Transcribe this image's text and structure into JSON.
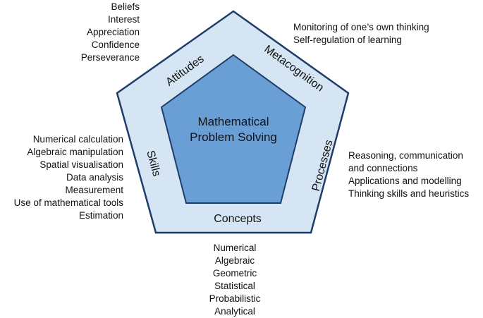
{
  "diagram": {
    "center_title": [
      "Mathematical",
      "Problem Solving"
    ],
    "dimensions": {
      "attitudes": "Attitudes",
      "metacognition": "Metacognition",
      "processes": "Processes",
      "concepts": "Concepts",
      "skills": "Skills"
    },
    "lists": {
      "attitudes": [
        "Beliefs",
        "Interest",
        "Appreciation",
        "Confidence",
        "Perseverance"
      ],
      "metacognition": [
        "Monitoring of one’s own thinking",
        "Self-regulation of learning"
      ],
      "processes": [
        "Reasoning, communication",
        "and connections",
        "Applications and modelling",
        "Thinking skills and heuristics"
      ],
      "skills": [
        "Numerical calculation",
        "Algebraic manipulation",
        "Spatial visualisation",
        "Data analysis",
        "Measurement",
        "Use of mathematical tools",
        "Estimation"
      ],
      "concepts": [
        "Numerical",
        "Algebraic",
        "Geometric",
        "Statistical",
        "Probabilistic",
        "Analytical"
      ]
    },
    "colors": {
      "outer_fill": "#d6e5f3",
      "outer_stroke": "#1f3d6b",
      "inner_fill": "#6a9fd6",
      "inner_stroke": "#1f3d6b"
    }
  }
}
